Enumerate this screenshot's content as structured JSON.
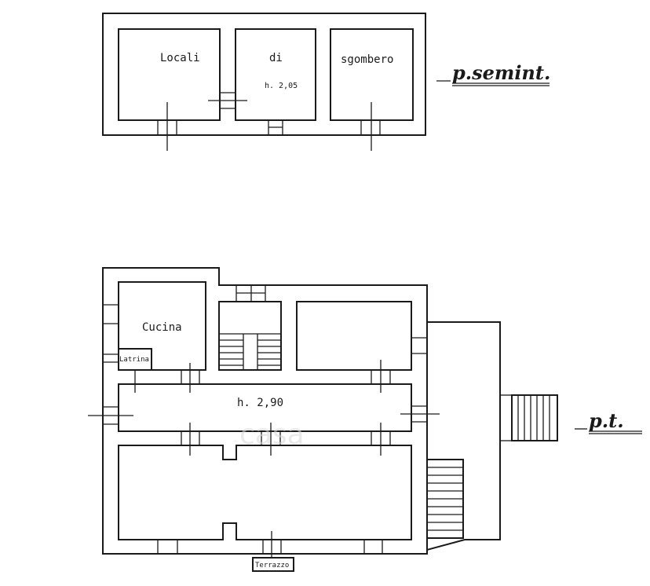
{
  "basement": {
    "label_word1": "Locali",
    "label_word2": "di",
    "label_word3": "sgombero",
    "height": "h. 2,05",
    "floor_label": "p.semint."
  },
  "ground": {
    "kitchen": "Cucina",
    "toilet": "Latrina",
    "height": "h. 2,90",
    "terrace": "Terrazzo",
    "floor_label": "p.t."
  },
  "watermark": "casa"
}
